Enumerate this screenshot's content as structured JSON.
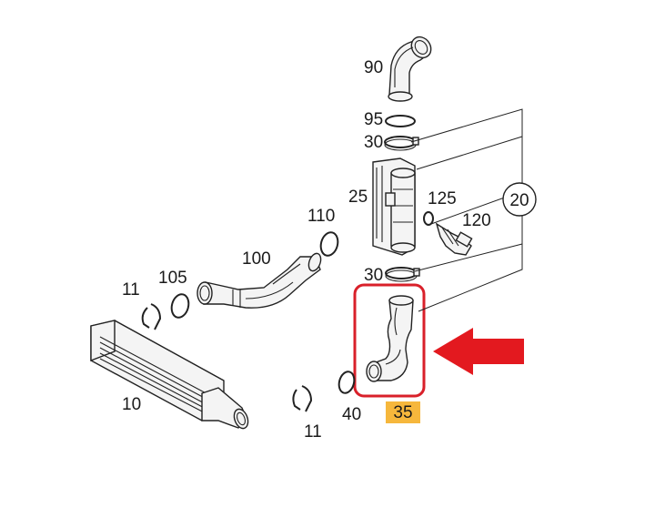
{
  "diagram": {
    "callouts": [
      {
        "id": "90",
        "text": "90"
      },
      {
        "id": "95",
        "text": "95"
      },
      {
        "id": "30a",
        "text": "30"
      },
      {
        "id": "25",
        "text": "25"
      },
      {
        "id": "125",
        "text": "125"
      },
      {
        "id": "120",
        "text": "120"
      },
      {
        "id": "110",
        "text": "110"
      },
      {
        "id": "100",
        "text": "100"
      },
      {
        "id": "30b",
        "text": "30"
      },
      {
        "id": "11a",
        "text": "11"
      },
      {
        "id": "105",
        "text": "105"
      },
      {
        "id": "10",
        "text": "10"
      },
      {
        "id": "11b",
        "text": "11"
      },
      {
        "id": "40",
        "text": "40"
      }
    ],
    "group_badge": {
      "text": "20"
    },
    "highlight_label": {
      "text": "35",
      "color": "#f6b73c"
    },
    "highlight_frame_color": "#d9202a",
    "arrow_color": "#e3191f"
  }
}
